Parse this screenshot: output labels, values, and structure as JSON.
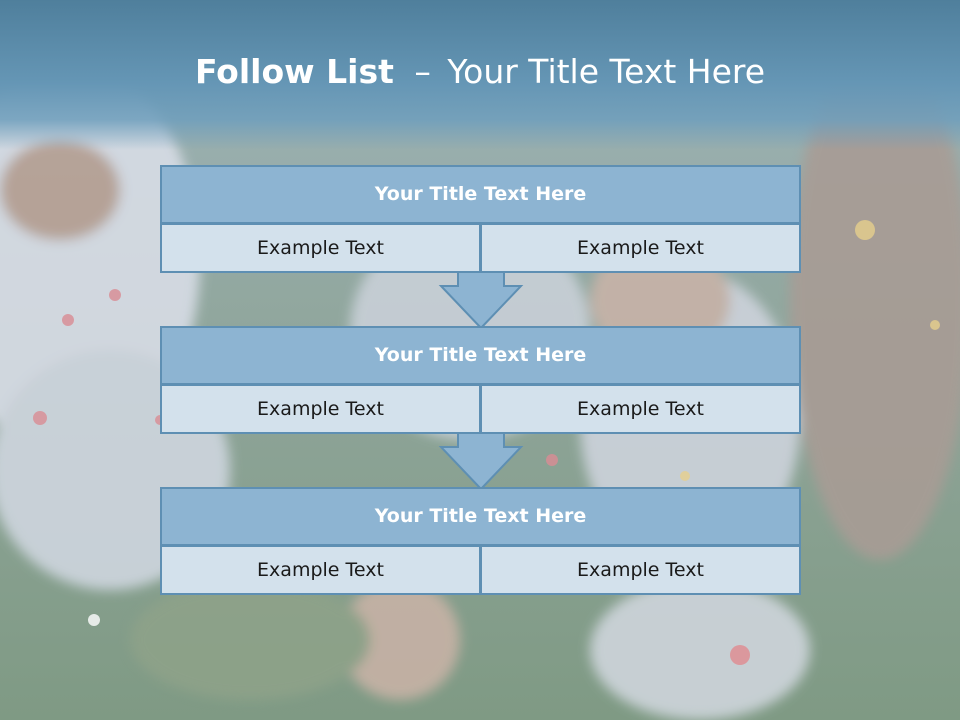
{
  "slide": {
    "title_bold": "Follow List",
    "title_dash": "–",
    "title_rest": "Your Title Text Here"
  },
  "blocks": [
    {
      "title": "Your Title Text Here",
      "left_text": "Example Text",
      "right_text": "Example Text"
    },
    {
      "title": "Your Title Text Here",
      "left_text": "Example Text",
      "right_text": "Example Text"
    },
    {
      "title": "Your Title Text Here",
      "left_text": "Example Text",
      "right_text": "Example Text"
    }
  ],
  "colors": {
    "header": "#5b8cab",
    "block_title_fill": "#8db4d2",
    "block_border": "#5e8fb3",
    "cell_fill": "#d3e1ec",
    "arrow_fill": "#8db4d2"
  },
  "background": {
    "icon": "meadow-photo-children-picking-flowers"
  }
}
